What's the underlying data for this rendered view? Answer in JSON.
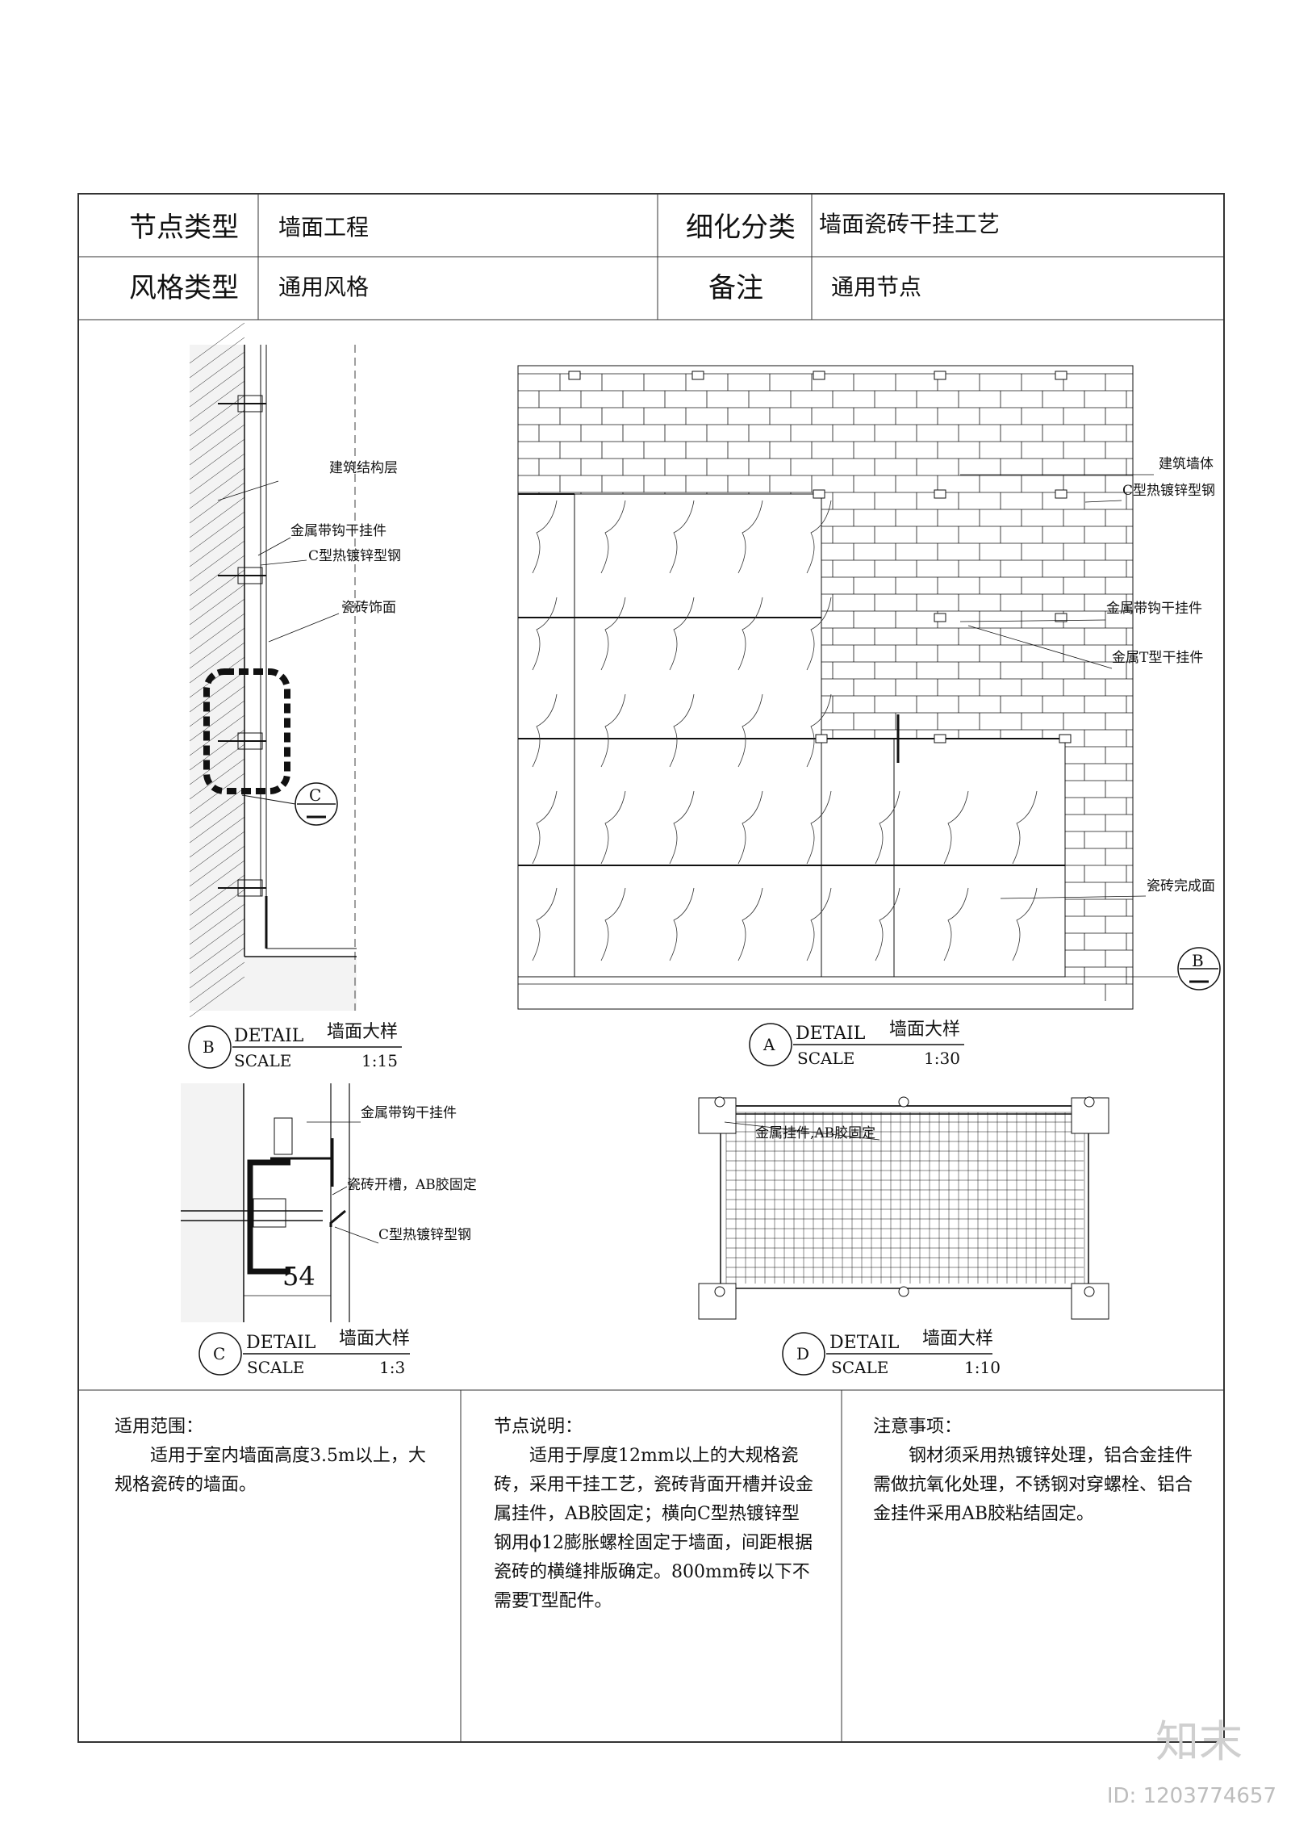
{
  "header": {
    "node_type_label": "节点类型",
    "node_type_value": "墙面工程",
    "subcategory_label": "细化分类",
    "subcategory_value": "墙面瓷砖干挂工艺",
    "style_label": "风格类型",
    "style_value": "通用风格",
    "remark_label": "备注",
    "remark_value": "通用节点"
  },
  "detail_b": {
    "id": "B",
    "detail": "DETAIL",
    "title": "墙面大样",
    "scale_label": "SCALE",
    "scale": "1:15",
    "labels": [
      "建筑结构层",
      "金属带钩干挂件",
      "C型热镀锌型钢",
      "瓷砖饰面"
    ],
    "callout": "C"
  },
  "detail_a": {
    "id": "A",
    "detail": "DETAIL",
    "title": "墙面大样",
    "scale_label": "SCALE",
    "scale": "1:30",
    "labels": [
      "建筑墙体",
      "C型热镀锌型钢",
      "金属带钩干挂件",
      "金属T型干挂件",
      "瓷砖完成面"
    ],
    "callout": "B"
  },
  "detail_c": {
    "id": "C",
    "detail": "DETAIL",
    "title": "墙面大样",
    "scale_label": "SCALE",
    "scale": "1:3",
    "labels": [
      "金属带钩干挂件",
      "瓷砖开槽，AB胶固定",
      "C型热镀锌型钢"
    ],
    "dimension": "54"
  },
  "detail_d": {
    "id": "D",
    "detail": "DETAIL",
    "title": "墙面大样",
    "scale_label": "SCALE",
    "scale": "1:10",
    "labels": [
      "金属挂件,AB胶固定"
    ]
  },
  "notes": {
    "scope_title": "适用范围：",
    "scope_text": "适用于室内墙面高度3.5m以上，大规格瓷砖的墙面。",
    "desc_title": "节点说明：",
    "desc_text": "适用于厚度12mm以上的大规格瓷砖，采用干挂工艺，瓷砖背面开槽并设金属挂件，AB胶固定；横向C型热镀锌型钢用ϕ12膨胀螺栓固定于墙面，间距根据瓷砖的横缝排版确定。800mm砖以下不需要T型配件。",
    "caution_title": "注意事项：",
    "caution_text": "钢材须采用热镀锌处理，铝合金挂件需做抗氧化处理，不锈钢对穿螺栓、铝合金挂件采用AB胶粘结固定。"
  },
  "watermark": {
    "logo": "知末",
    "id": "ID: 1203774657"
  }
}
